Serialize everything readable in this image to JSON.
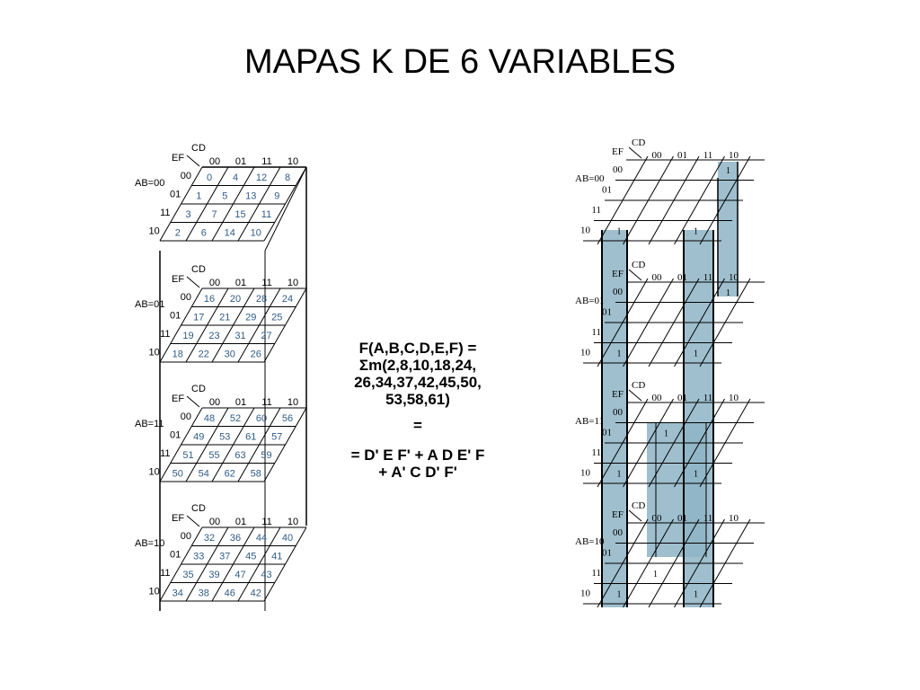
{
  "title": "MAPAS K DE 6 VARIABLES",
  "left_map": {
    "ef_label": "EF",
    "cd_label": "CD",
    "col_headers": [
      "00",
      "01",
      "11",
      "10"
    ],
    "row_headers": [
      "00",
      "01",
      "11",
      "10"
    ],
    "layers": [
      {
        "ab_label": "AB=00",
        "cells": [
          [
            "0",
            "4",
            "12",
            "8"
          ],
          [
            "1",
            "5",
            "13",
            "9"
          ],
          [
            "3",
            "7",
            "15",
            "11"
          ],
          [
            "2",
            "6",
            "14",
            "10"
          ]
        ]
      },
      {
        "ab_label": "AB=01",
        "cells": [
          [
            "16",
            "20",
            "28",
            "24"
          ],
          [
            "17",
            "21",
            "29",
            "25"
          ],
          [
            "19",
            "23",
            "31",
            "27"
          ],
          [
            "18",
            "22",
            "30",
            "26"
          ]
        ]
      },
      {
        "ab_label": "AB=11",
        "cells": [
          [
            "48",
            "52",
            "60",
            "56"
          ],
          [
            "49",
            "53",
            "61",
            "57"
          ],
          [
            "51",
            "55",
            "63",
            "59"
          ],
          [
            "50",
            "54",
            "62",
            "58"
          ]
        ]
      },
      {
        "ab_label": "AB=10",
        "cells": [
          [
            "32",
            "36",
            "44",
            "40"
          ],
          [
            "33",
            "37",
            "45",
            "41"
          ],
          [
            "35",
            "39",
            "47",
            "43"
          ],
          [
            "34",
            "38",
            "46",
            "42"
          ]
        ]
      }
    ]
  },
  "equation": {
    "lines": [
      "F(A,B,C,D,E,F) =",
      "Σm(2,8,10,18,24,",
      "26,34,37,42,45,50,",
      "53,58,61)"
    ],
    "equals": "=",
    "result_lines": [
      "= D' E F'  +  A D E' F",
      "+  A' C D' F'"
    ]
  },
  "right_map": {
    "ef_label": "EF",
    "cd_label": "CD",
    "col_headers": [
      "00",
      "01",
      "11",
      "10"
    ],
    "row_headers": [
      "00",
      "01",
      "11",
      "10"
    ],
    "one_label": "1",
    "layers": [
      {
        "ab_label": "AB=00",
        "ones": [
          [
            0,
            3
          ],
          [
            3,
            0
          ],
          [
            3,
            3
          ]
        ]
      },
      {
        "ab_label": "AB=01",
        "ones": [
          [
            0,
            3
          ],
          [
            3,
            0
          ],
          [
            3,
            3
          ]
        ]
      },
      {
        "ab_label": "AB=11",
        "ones": [
          [
            1,
            1
          ],
          [
            3,
            0
          ],
          [
            3,
            3
          ]
        ]
      },
      {
        "ab_label": "AB=10",
        "ones": [
          [
            2,
            1
          ],
          [
            3,
            0
          ],
          [
            3,
            3
          ]
        ]
      }
    ]
  },
  "colors": {
    "highlight": "#8eb4c6",
    "line": "#000000",
    "left_numbers": "#2f5b87"
  }
}
